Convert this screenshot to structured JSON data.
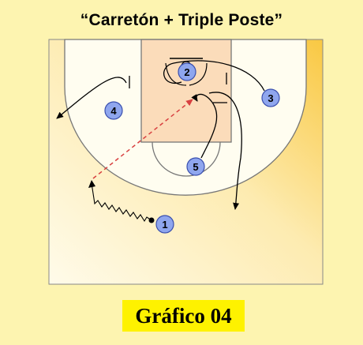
{
  "title": "“Carretón + Triple Poste”",
  "caption": "Gráfico 04",
  "players": [
    {
      "id": "p1",
      "label": "1"
    },
    {
      "id": "p2",
      "label": "2"
    },
    {
      "id": "p3",
      "label": "3"
    },
    {
      "id": "p4",
      "label": "4"
    },
    {
      "id": "p5",
      "label": "5"
    }
  ],
  "colors": {
    "background": "#fdf4b0",
    "court_light": "#fffbea",
    "court_dark": "#f9c842",
    "paint": "#f9d0a8",
    "player_fill": "#8fa6ee",
    "player_stroke": "#3a4fae",
    "pass_line": "#d84040",
    "caption_highlight": "#fef200"
  }
}
